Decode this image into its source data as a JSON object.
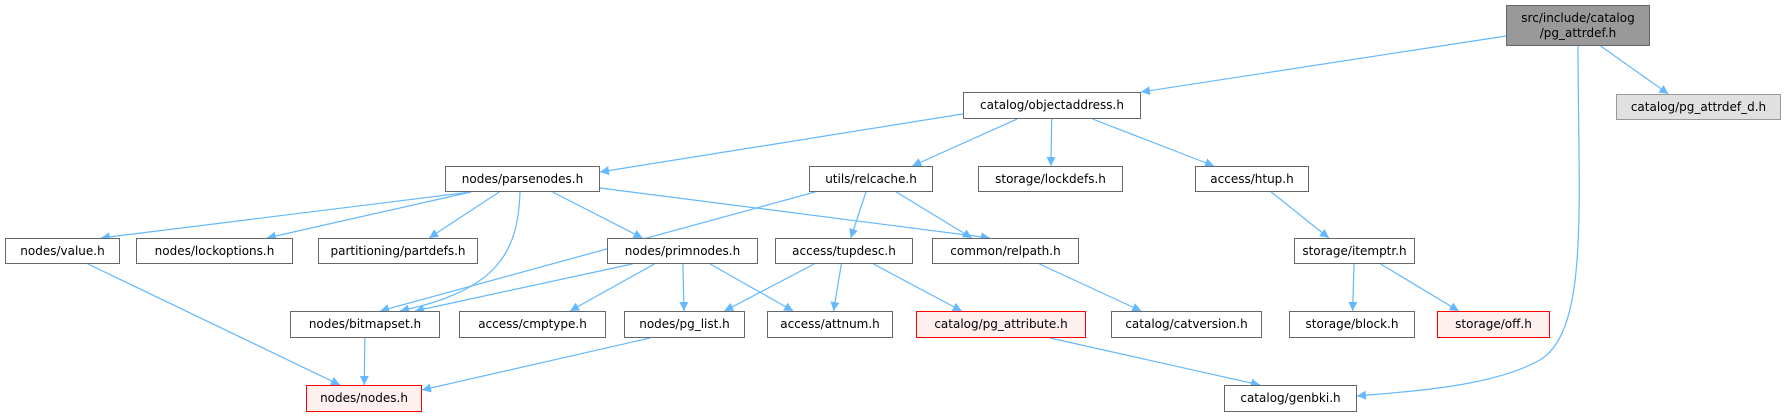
{
  "title": "src/include/catalog/pg_attrdef.h",
  "colors": {
    "edge": "#63b8ff",
    "root_fill": "#999999",
    "node_border": "#666666",
    "truncated_border": "#ff0000",
    "truncated_fill": "#fff0f0",
    "nolink_fill": "#e0e0e0"
  },
  "nodes": [
    {
      "id": "pg_attrdef",
      "label": "src/include/catalog\n/pg_attrdef.h",
      "kind": "root"
    },
    {
      "id": "pg_attrdef_d",
      "label": "catalog/pg_attrdef_d.h",
      "kind": "nolink"
    },
    {
      "id": "objectaddress",
      "label": "catalog/objectaddress.h",
      "kind": "normal"
    },
    {
      "id": "parsenodes",
      "label": "nodes/parsenodes.h",
      "kind": "normal"
    },
    {
      "id": "relcache",
      "label": "utils/relcache.h",
      "kind": "normal"
    },
    {
      "id": "lockdefs",
      "label": "storage/lockdefs.h",
      "kind": "normal"
    },
    {
      "id": "htup",
      "label": "access/htup.h",
      "kind": "normal"
    },
    {
      "id": "value",
      "label": "nodes/value.h",
      "kind": "normal"
    },
    {
      "id": "lockoptions",
      "label": "nodes/lockoptions.h",
      "kind": "normal"
    },
    {
      "id": "partdefs",
      "label": "partitioning/partdefs.h",
      "kind": "normal"
    },
    {
      "id": "primnodes",
      "label": "nodes/primnodes.h",
      "kind": "normal"
    },
    {
      "id": "tupdesc",
      "label": "access/tupdesc.h",
      "kind": "normal"
    },
    {
      "id": "relpath",
      "label": "common/relpath.h",
      "kind": "normal"
    },
    {
      "id": "itemptr",
      "label": "storage/itemptr.h",
      "kind": "normal"
    },
    {
      "id": "bitmapset",
      "label": "nodes/bitmapset.h",
      "kind": "normal"
    },
    {
      "id": "cmptype",
      "label": "access/cmptype.h",
      "kind": "normal"
    },
    {
      "id": "pg_list",
      "label": "nodes/pg_list.h",
      "kind": "normal"
    },
    {
      "id": "attnum",
      "label": "access/attnum.h",
      "kind": "normal"
    },
    {
      "id": "pg_attribute",
      "label": "catalog/pg_attribute.h",
      "kind": "truncated"
    },
    {
      "id": "catversion",
      "label": "catalog/catversion.h",
      "kind": "normal"
    },
    {
      "id": "block",
      "label": "storage/block.h",
      "kind": "normal"
    },
    {
      "id": "off",
      "label": "storage/off.h",
      "kind": "truncated"
    },
    {
      "id": "nodes",
      "label": "nodes/nodes.h",
      "kind": "truncated"
    },
    {
      "id": "genbki",
      "label": "catalog/genbki.h",
      "kind": "normal"
    }
  ],
  "edges": [
    [
      "pg_attrdef",
      "objectaddress"
    ],
    [
      "pg_attrdef",
      "pg_attrdef_d"
    ],
    [
      "pg_attrdef",
      "genbki"
    ],
    [
      "objectaddress",
      "parsenodes"
    ],
    [
      "objectaddress",
      "relcache"
    ],
    [
      "objectaddress",
      "lockdefs"
    ],
    [
      "objectaddress",
      "htup"
    ],
    [
      "parsenodes",
      "value"
    ],
    [
      "parsenodes",
      "lockoptions"
    ],
    [
      "parsenodes",
      "partdefs"
    ],
    [
      "parsenodes",
      "bitmapset"
    ],
    [
      "parsenodes",
      "primnodes"
    ],
    [
      "parsenodes",
      "relpath"
    ],
    [
      "relcache",
      "bitmapset"
    ],
    [
      "relcache",
      "tupdesc"
    ],
    [
      "relcache",
      "relpath"
    ],
    [
      "htup",
      "itemptr"
    ],
    [
      "value",
      "nodes"
    ],
    [
      "primnodes",
      "bitmapset"
    ],
    [
      "primnodes",
      "cmptype"
    ],
    [
      "primnodes",
      "pg_list"
    ],
    [
      "primnodes",
      "attnum"
    ],
    [
      "tupdesc",
      "pg_list"
    ],
    [
      "tupdesc",
      "attnum"
    ],
    [
      "tupdesc",
      "pg_attribute"
    ],
    [
      "relpath",
      "catversion"
    ],
    [
      "itemptr",
      "block"
    ],
    [
      "itemptr",
      "off"
    ],
    [
      "bitmapset",
      "nodes"
    ],
    [
      "pg_list",
      "nodes"
    ],
    [
      "pg_attribute",
      "genbki"
    ]
  ]
}
